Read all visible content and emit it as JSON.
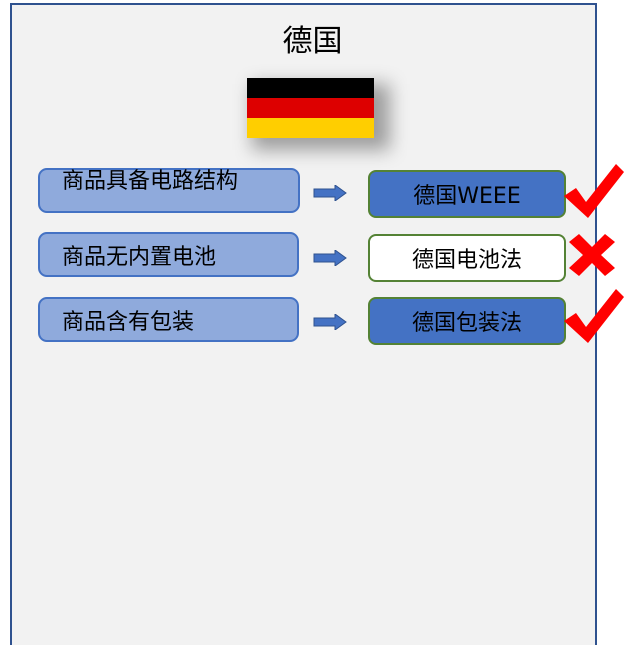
{
  "title": "德国",
  "flag_colors": [
    "#000000",
    "#dd0000",
    "#ffce00"
  ],
  "rows": [
    {
      "condition": "商品具备电路结构",
      "law": "德国WEEE",
      "applicable": true,
      "mark": "check-icon"
    },
    {
      "condition": "商品无内置电池",
      "law": "德国电池法",
      "applicable": false,
      "mark": "cross-icon"
    },
    {
      "condition": "商品含有包装",
      "law": "德国包装法",
      "applicable": true,
      "mark": "check-icon"
    }
  ],
  "colors": {
    "condition_fill": "#8faadc",
    "condition_border": "#4472c4",
    "law_fill_applicable": "#4472c4",
    "law_border": "#548235",
    "arrow": "#4472c4",
    "mark": "#ff0000",
    "panel_border": "#2f528f"
  }
}
